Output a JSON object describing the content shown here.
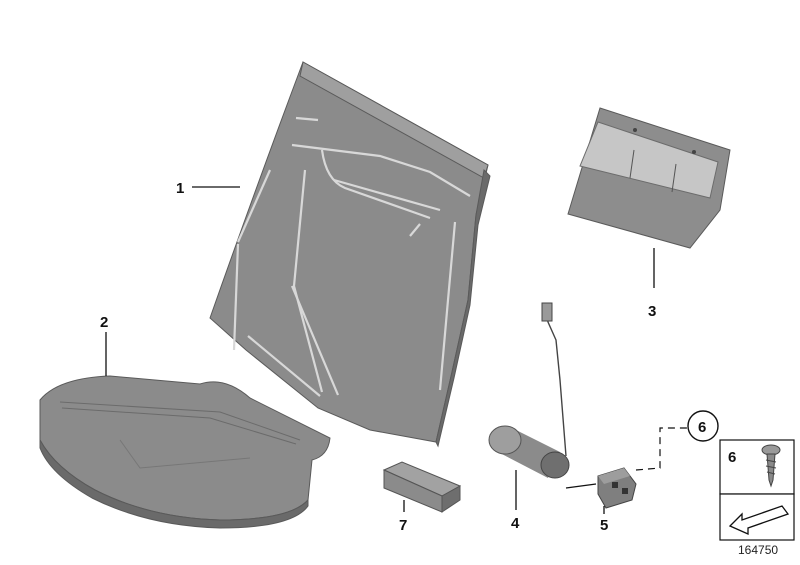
{
  "callouts": {
    "part1": "1",
    "part2": "2",
    "part3": "3",
    "part4": "4",
    "part5": "5",
    "part6": "6",
    "part7": "7"
  },
  "legend": {
    "screw_label": "6"
  },
  "diagram_number": "164750",
  "colors": {
    "part_fill": "#8a8a8a",
    "part_dark": "#6e6e6e",
    "part_light": "#a5a5a5",
    "panel_light": "#c8c8c8",
    "ink": "#111111"
  },
  "icons": {
    "screw": "screw-icon",
    "arrow": "direction-arrow-icon"
  }
}
